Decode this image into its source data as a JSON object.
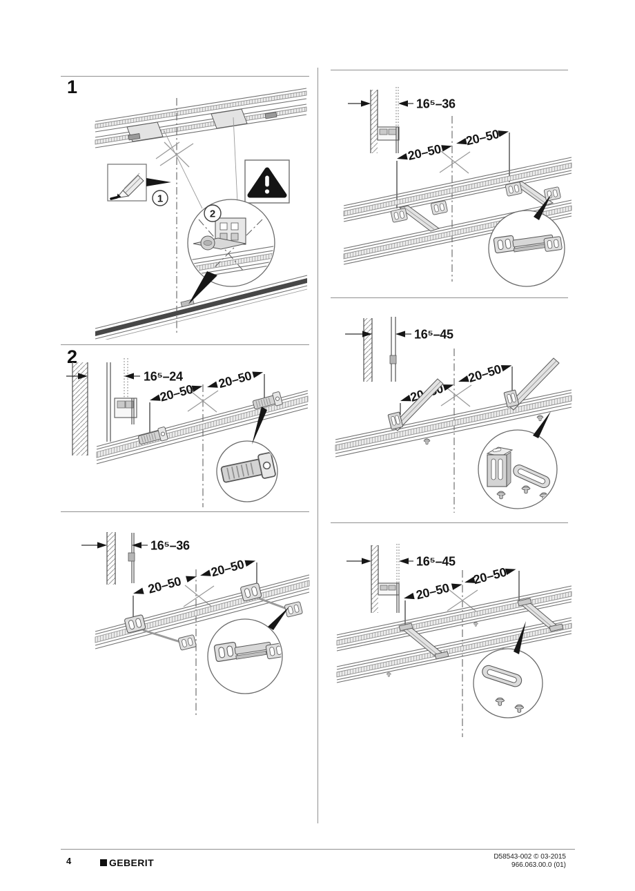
{
  "page": {
    "number": "4",
    "brand": "GEBERIT",
    "doc_code": "D58543-002 © 03-2015",
    "article_code": "966.063.00.0 (01)"
  },
  "steps": [
    {
      "label": "1"
    },
    {
      "label": "2"
    }
  ],
  "figure1": {
    "callout_1": "1",
    "callout_2": "2",
    "icons": [
      "pencil-icon",
      "warning-triangle-icon"
    ]
  },
  "figures": {
    "fig2a": {
      "wall_dim": "16⁵–24",
      "dim_left": "20–50",
      "dim_right": "20–50"
    },
    "fig2b": {
      "wall_dim": "16⁵–36",
      "dim_left": "20–50",
      "dim_right": "20–50"
    },
    "figR1": {
      "wall_dim": "16⁵–36",
      "dim_left": "20–50",
      "dim_right": "20–50"
    },
    "figR2": {
      "wall_dim": "16⁵–45",
      "dim_left": "20–50",
      "dim_right": "20–50"
    },
    "figR3": {
      "wall_dim": "16⁵–45",
      "dim_left": "20–50",
      "dim_right": "20–50"
    }
  },
  "colors": {
    "ink": "#161616",
    "line_gray": "#6f6f6f",
    "fill_light": "#e6e6e6",
    "rail_dark": "#474747"
  }
}
